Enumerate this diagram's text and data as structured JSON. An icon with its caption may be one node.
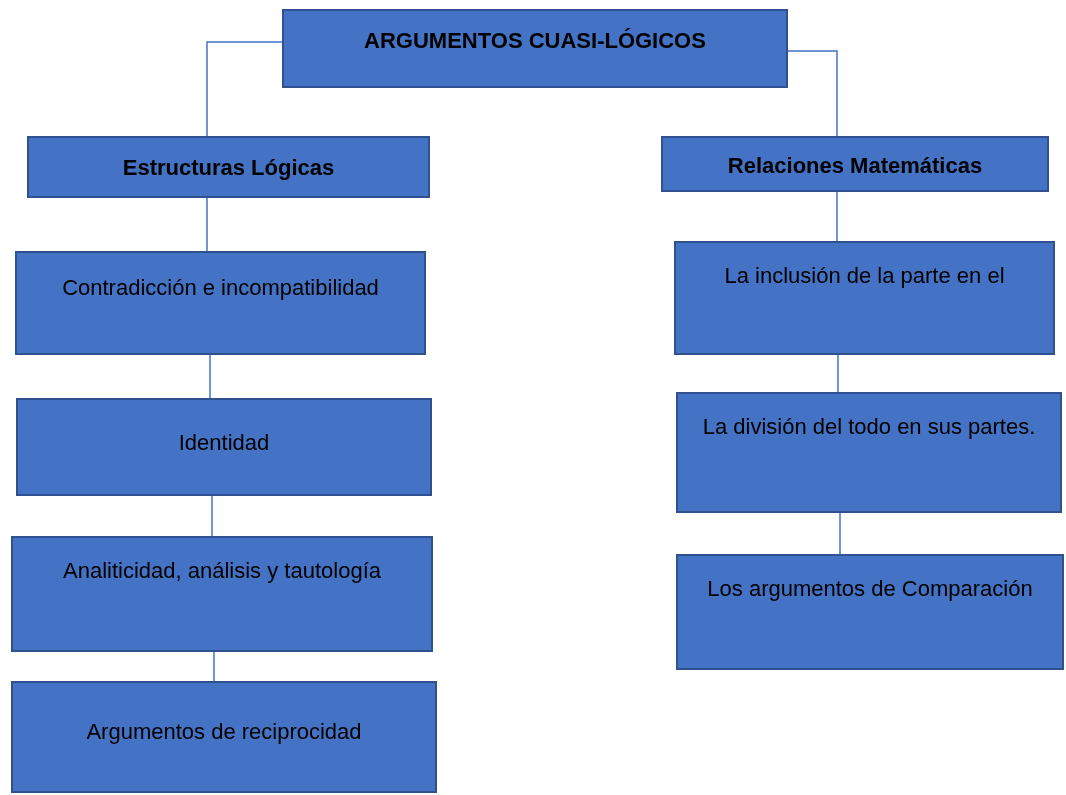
{
  "diagram": {
    "nodes": [
      {
        "text": [
          "ARGUMENTOS CUASI-LÓGICOS"
        ]
      },
      {
        "text": [
          "Estructuras Lógicas"
        ]
      },
      {
        "text": [
          "Relaciones Matemáticas"
        ]
      },
      {
        "text": [
          "Contradicción e incompatibilidad"
        ]
      },
      {
        "text": [
          "Identidad"
        ]
      },
      {
        "text": [
          "Analiticidad, análisis y tautología"
        ]
      },
      {
        "text": [
          "Argumentos de reciprocidad"
        ]
      },
      {
        "text": [
          "La inclusión de la parte en el"
        ]
      },
      {
        "text": [
          "La división del todo en sus partes."
        ]
      },
      {
        "text": [
          "Los argumentos de Comparación"
        ]
      }
    ],
    "edges": [
      {
        "from": 0,
        "to": 1,
        "arrow": "none"
      },
      {
        "from": 0,
        "to": 2,
        "arrow": "none"
      },
      {
        "from": 1,
        "to": 3,
        "arrow": "none"
      },
      {
        "from": 3,
        "to": 4,
        "arrow": "none"
      },
      {
        "from": 4,
        "to": 5,
        "arrow": "none"
      },
      {
        "from": 5,
        "to": 6,
        "arrow": "none"
      },
      {
        "from": 2,
        "to": 7,
        "arrow": "none"
      },
      {
        "from": 7,
        "to": 8,
        "arrow": "none"
      },
      {
        "from": 8,
        "to": 9,
        "arrow": "none"
      }
    ]
  }
}
